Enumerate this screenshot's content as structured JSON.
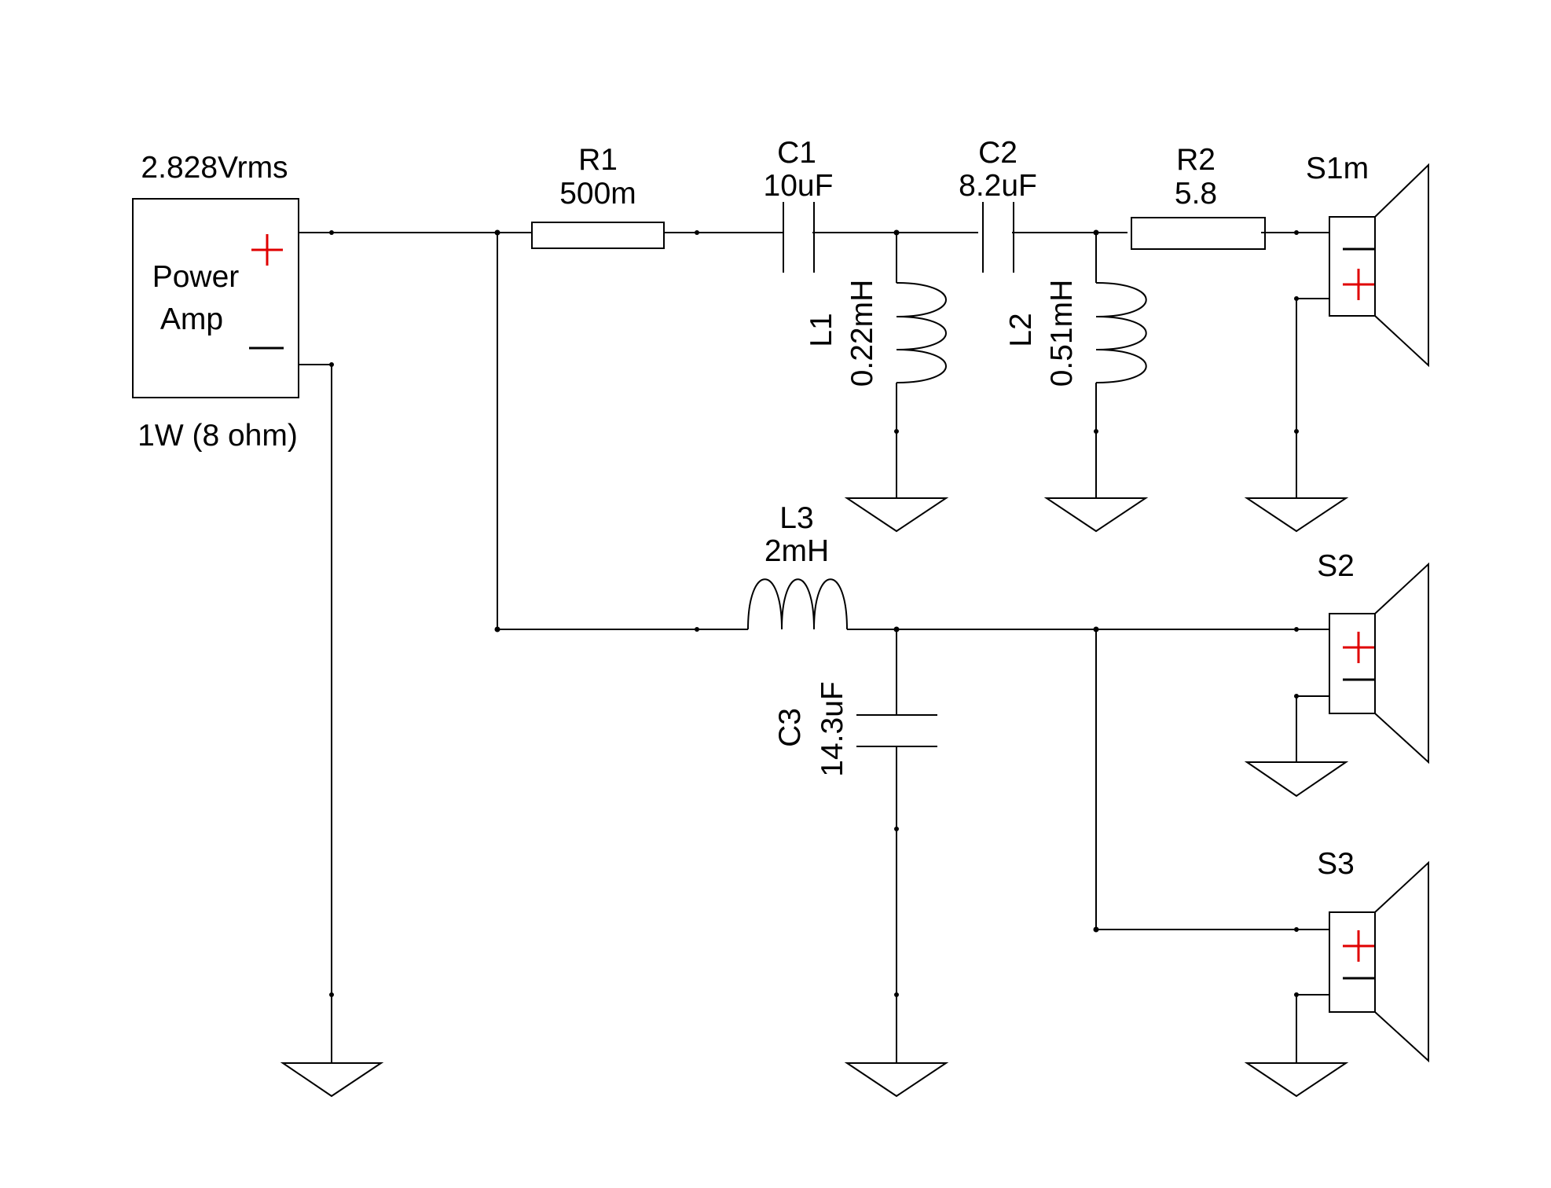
{
  "source": {
    "voltage": "2.828Vrms",
    "name_line1": "Power",
    "name_line2": "Amp",
    "rating": "1W (8 ohm)"
  },
  "components": {
    "R1": {
      "name": "R1",
      "value": "500m"
    },
    "C1": {
      "name": "C1",
      "value": "10uF"
    },
    "C2": {
      "name": "C2",
      "value": "8.2uF"
    },
    "R2": {
      "name": "R2",
      "value": "5.8"
    },
    "L1": {
      "name": "L1",
      "value": "0.22mH"
    },
    "L2": {
      "name": "L2",
      "value": "0.51mH"
    },
    "L3": {
      "name": "L3",
      "value": "2mH"
    },
    "C3": {
      "name": "C3",
      "value": "14.3uF"
    }
  },
  "speakers": {
    "S1": {
      "name": "S1m"
    },
    "S2": {
      "name": "S2"
    },
    "S3": {
      "name": "S3"
    }
  },
  "colors": {
    "wire": "#000000",
    "polarity_plus": "#e00000",
    "background": "#ffffff"
  }
}
